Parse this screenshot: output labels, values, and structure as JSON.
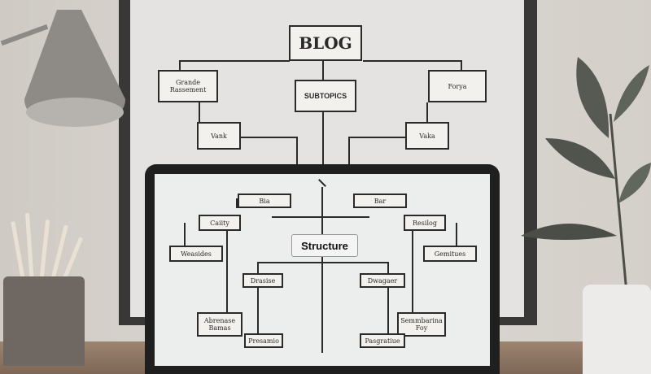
{
  "board": {
    "title": "BLOG",
    "top_left": "Grande Rassement",
    "top_right": "Forya",
    "mid_left": "Vank",
    "mid_right": "Vaka",
    "subtopics_label": "SUBTOPICS"
  },
  "screen": {
    "structure_label": "Structure",
    "nodes": {
      "n1": "Bia",
      "n2": "Bar",
      "n3": "Caiity",
      "n4": "Resilog",
      "n5": "Weasides",
      "n6": "Gemitues",
      "n7": "Drasise",
      "n8": "Dwagaer",
      "n9": "Abrenase Bamas",
      "n10": "Semmbarina Foy",
      "n11": "Presamio",
      "n12": "Pasgratiue"
    }
  },
  "colors": {
    "wall": "#d6d1cb",
    "board": "#e4e3e1",
    "ink": "#2a2a2a",
    "laptop": "#1f1f1f",
    "desk": "#8a725f"
  }
}
